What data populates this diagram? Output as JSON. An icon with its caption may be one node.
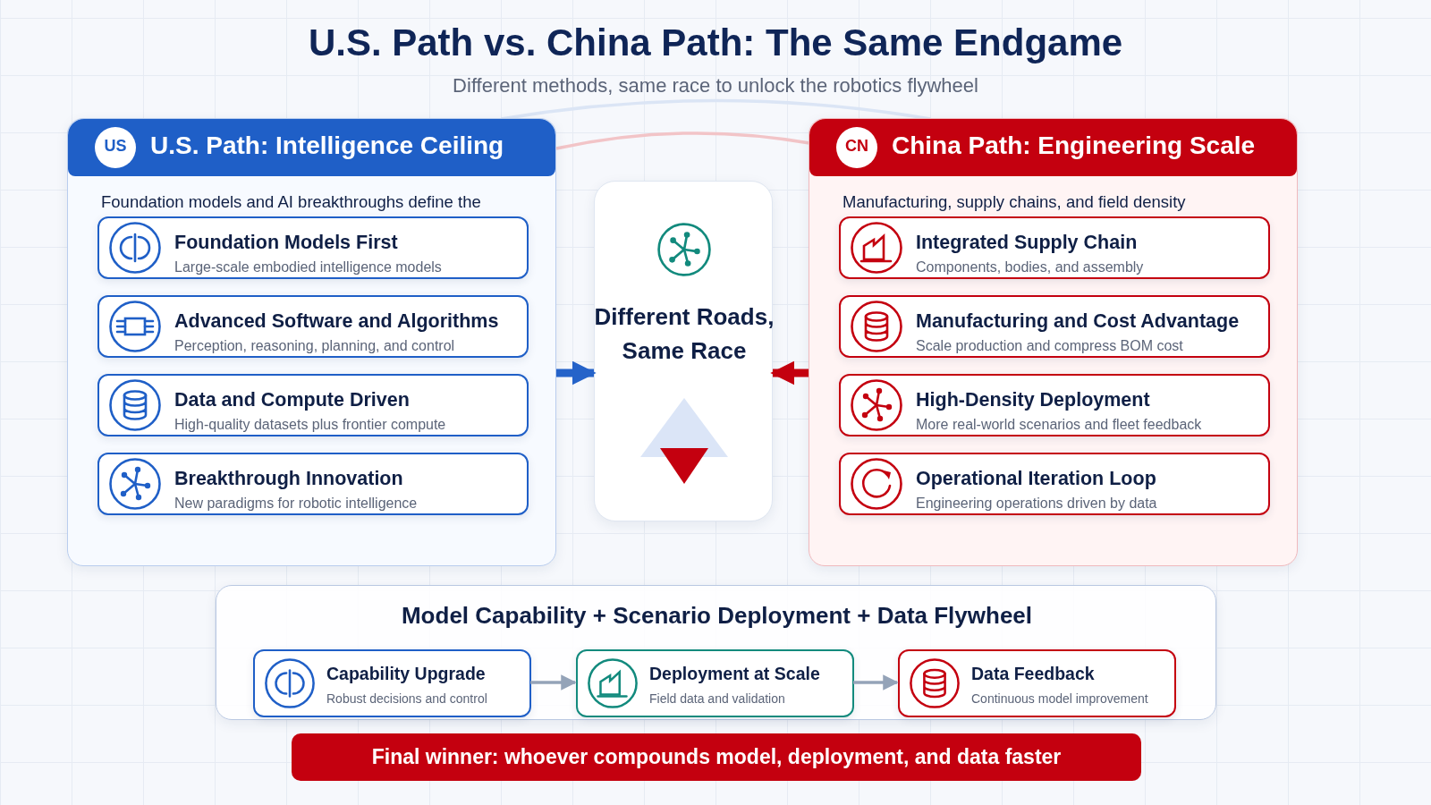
{
  "diagram": {
    "title": "U.S. Path vs. China Path: The Same Endgame",
    "nodes": [
      {
        "text": [
          "US",
          "U.S. Path: Intelligence Ceiling",
          "Foundation models and AI breakthroughs define the"
        ]
      },
      {
        "text": [
          "Foundation Models First",
          "Large-scale embodied intelligence models"
        ],
        "in": 0
      },
      {
        "text": [
          "Advanced Software and Algorithms",
          "Perception, reasoning, planning, and control"
        ],
        "in": 0
      },
      {
        "text": [
          "Data and Compute Driven",
          "High-quality datasets plus frontier compute"
        ],
        "in": 0
      },
      {
        "text": [
          "Breakthrough Innovation",
          "New paradigms for robotic intelligence"
        ],
        "in": 0
      },
      {
        "text": [
          "Different Roads, Same Race"
        ]
      },
      {
        "text": [
          "CN",
          "China Path: Engineering Scale",
          "Manufacturing, supply chains, and field density"
        ]
      },
      {
        "text": [
          "Integrated Supply Chain",
          "Components, bodies, and assembly"
        ],
        "in": 6
      },
      {
        "text": [
          "Manufacturing and Cost Advantage",
          "Scale production and compress BOM cost"
        ],
        "in": 6
      },
      {
        "text": [
          "High-Density Deployment",
          "More real-world scenarios and fleet feedback"
        ],
        "in": 6
      },
      {
        "text": [
          "Operational Iteration Loop",
          "Engineering operations driven by data"
        ],
        "in": 6
      },
      {
        "text": [
          "Model Capability + Scenario Deployment + Data Flywheel"
        ]
      },
      {
        "text": [
          "Capability Upgrade",
          "Robust decisions and control"
        ],
        "in": 11
      },
      {
        "text": [
          "Deployment at Scale",
          "Field data and validation"
        ],
        "in": 11
      },
      {
        "text": [
          "Data Feedback",
          "Continuous model improvement"
        ],
        "in": 11
      },
      {
        "text": [
          "Final winner: whoever compounds model, deployment, and data faster"
        ]
      }
    ],
    "edges": [
      {
        "from": 0,
        "to": 5,
        "arrow": "to",
        "style": "thick",
        "color": "#2563c9"
      },
      {
        "from": 6,
        "to": 5,
        "arrow": "to",
        "style": "thick",
        "color": "#c4000f"
      },
      {
        "from": 12,
        "to": 13,
        "arrow": "to",
        "color": "#94a3b8"
      },
      {
        "from": 13,
        "to": 14,
        "arrow": "to",
        "color": "#94a3b8"
      },
      {
        "from": 0,
        "to": 6,
        "arrow": "none",
        "color": "#dbe5f5"
      },
      {
        "from": 0,
        "to": 6,
        "arrow": "none",
        "color": "#f2c4c7"
      }
    ],
    "labels": [
      "Different methods, same race to unlock the robotics flywheel"
    ]
  }
}
